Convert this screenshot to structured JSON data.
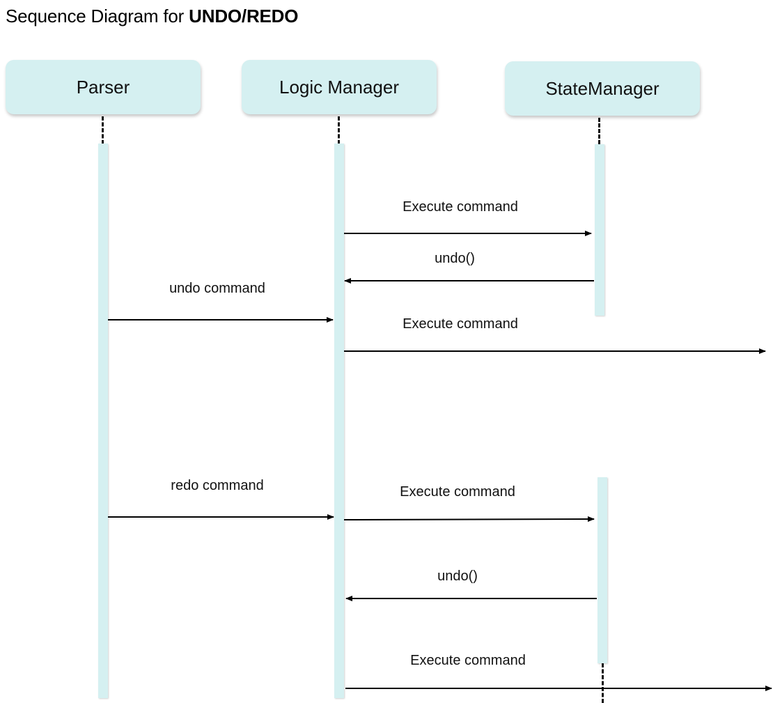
{
  "title": {
    "prefix": "Sequence Diagram for ",
    "emphasis": "UNDO/REDO"
  },
  "participants": [
    {
      "name": "Parser"
    },
    {
      "name": "Logic Manager"
    },
    {
      "name": "StateManager"
    }
  ],
  "messages": [
    {
      "label": "Execute command",
      "from": "Logic Manager",
      "to": "StateManager"
    },
    {
      "label": "undo()",
      "from": "StateManager",
      "to": "Logic Manager"
    },
    {
      "label": "undo command",
      "from": "Parser",
      "to": "Logic Manager"
    },
    {
      "label": "Execute command",
      "from": "Logic Manager",
      "to": ""
    },
    {
      "label": "redo command",
      "from": "Parser",
      "to": "Logic Manager"
    },
    {
      "label": "Execute command",
      "from": "Logic Manager",
      "to": "StateManager"
    },
    {
      "label": "undo()",
      "from": "StateManager",
      "to": "Logic Manager"
    },
    {
      "label": "Execute command",
      "from": "Logic Manager",
      "to": ""
    }
  ]
}
